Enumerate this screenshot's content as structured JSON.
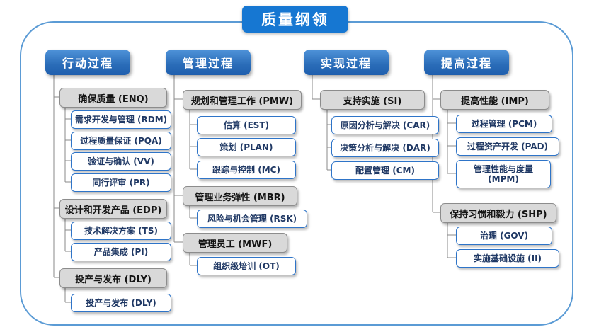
{
  "title": "质量纲领",
  "columns": [
    {
      "header": "行动过程",
      "groups": [
        {
          "label": "确保质量 (ENQ)",
          "items": [
            "需求开发与管理 (RDM)",
            "过程质量保证 (PQA)",
            "验证与确认 (VV)",
            "同行评审 (PR)"
          ]
        },
        {
          "label": "设计和开发产品 (EDP)",
          "items": [
            "技术解决方案 (TS)",
            "产品集成 (PI)"
          ]
        },
        {
          "label": "投产与发布 (DLY)",
          "items": [
            "投产与发布 (DLY)"
          ]
        }
      ]
    },
    {
      "header": "管理过程",
      "groups": [
        {
          "label": "规划和管理工作 (PMW)",
          "items": [
            "估算 (EST)",
            "策划 (PLAN)",
            "跟踪与控制 (MC)"
          ]
        },
        {
          "label": "管理业务弹性 (MBR)",
          "items": [
            "风险与机会管理 (RSK)"
          ]
        },
        {
          "label": "管理员工 (MWF)",
          "items": [
            "组织级培训 (OT)"
          ]
        }
      ]
    },
    {
      "header": "实现过程",
      "groups": [
        {
          "label": "支持实施 (SI)",
          "items": [
            "原因分析与解决 (CAR)",
            "决策分析与解决 (DAR)",
            "配置管理 (CM)"
          ]
        }
      ]
    },
    {
      "header": "提高过程",
      "groups": [
        {
          "label": "提高性能 (IMP)",
          "items": [
            "过程管理 (PCM)",
            "过程资产开发 (PAD)",
            "管理性能与度量 (MPM)"
          ]
        },
        {
          "label": "保持习惯和毅力 (SHP)",
          "items": [
            "治理 (GOV)",
            "实施基础设施 (II)"
          ]
        }
      ]
    }
  ],
  "colors": {
    "title_blue": "#1677d2",
    "header_blue_top": "#4f93d9",
    "header_blue_bottom": "#1f5fae",
    "group_gray": "#d9d9d9",
    "item_border_blue": "#2e74c8",
    "item_text_navy": "#1f3864",
    "frame_border_blue": "#5b9bd5",
    "connector_gray": "#8a8a8a"
  }
}
